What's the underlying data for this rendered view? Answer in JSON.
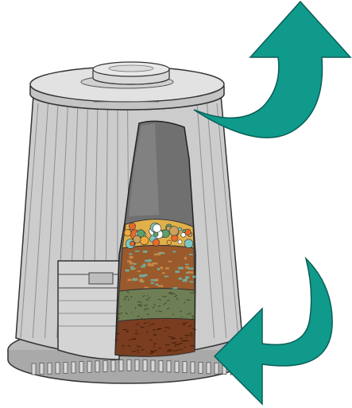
{
  "diagram": {
    "subject": "compost-bin-cutaway",
    "colors": {
      "background": "#ffffff",
      "bin_body": "#c9c9c9",
      "bin_outline": "#333333",
      "rib_line": "#8f8f8f",
      "arrow_fill": "#0f9a8c",
      "arrow_outline": "#0a5e57",
      "interior_dark": "#6b6b6b",
      "layer_fresh": "#e0b04a",
      "layer_mid": "#9a5a2c",
      "layer_green": "#6f7f55",
      "layer_bottom": "#7a3d1f"
    },
    "arrows": [
      {
        "name": "outflow-arrow",
        "icon": "curved-arrow-up-right-icon",
        "direction": "up"
      },
      {
        "name": "inflow-arrow",
        "icon": "curved-arrow-down-left-icon",
        "direction": "down-left"
      }
    ],
    "layers": [
      {
        "name": "fresh-scraps-layer",
        "color": "#e0b04a"
      },
      {
        "name": "partial-compost-layer",
        "color": "#9a5a2c"
      },
      {
        "name": "green-matter-layer",
        "color": "#6f7f55"
      },
      {
        "name": "finished-compost-layer",
        "color": "#7a3d1f"
      }
    ]
  }
}
